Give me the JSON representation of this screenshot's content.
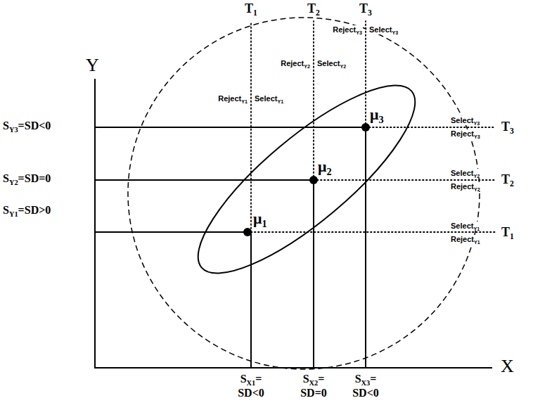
{
  "diagram": {
    "labels": [
      "Y",
      "T",
      "1",
      "T",
      "2",
      "T",
      "3",
      "Reject",
      "Y3",
      "Select",
      "Y3",
      "Reject",
      "Y2",
      "Select",
      "Y2",
      "Reject",
      "Y1",
      "Select",
      "Y1",
      "S",
      "Y3",
      "=SD<0",
      "μ",
      "3",
      "Select",
      "Y3",
      "Reject",
      "Y3",
      "T",
      "3",
      "S",
      "Y2",
      "=SD=0",
      "μ",
      "2",
      "Select",
      "Y2",
      "Reject",
      "Y2",
      "T",
      "2",
      "S",
      "Y1",
      "=SD>0",
      "μ",
      "1",
      "Select",
      "Y1",
      "Reject",
      "Y1",
      "T",
      "1",
      "X",
      "S",
      "X1",
      "=",
      "SD<0",
      "S",
      "X2",
      "=",
      "SD=0",
      "S",
      "X3",
      "=",
      "SD<0"
    ]
  }
}
